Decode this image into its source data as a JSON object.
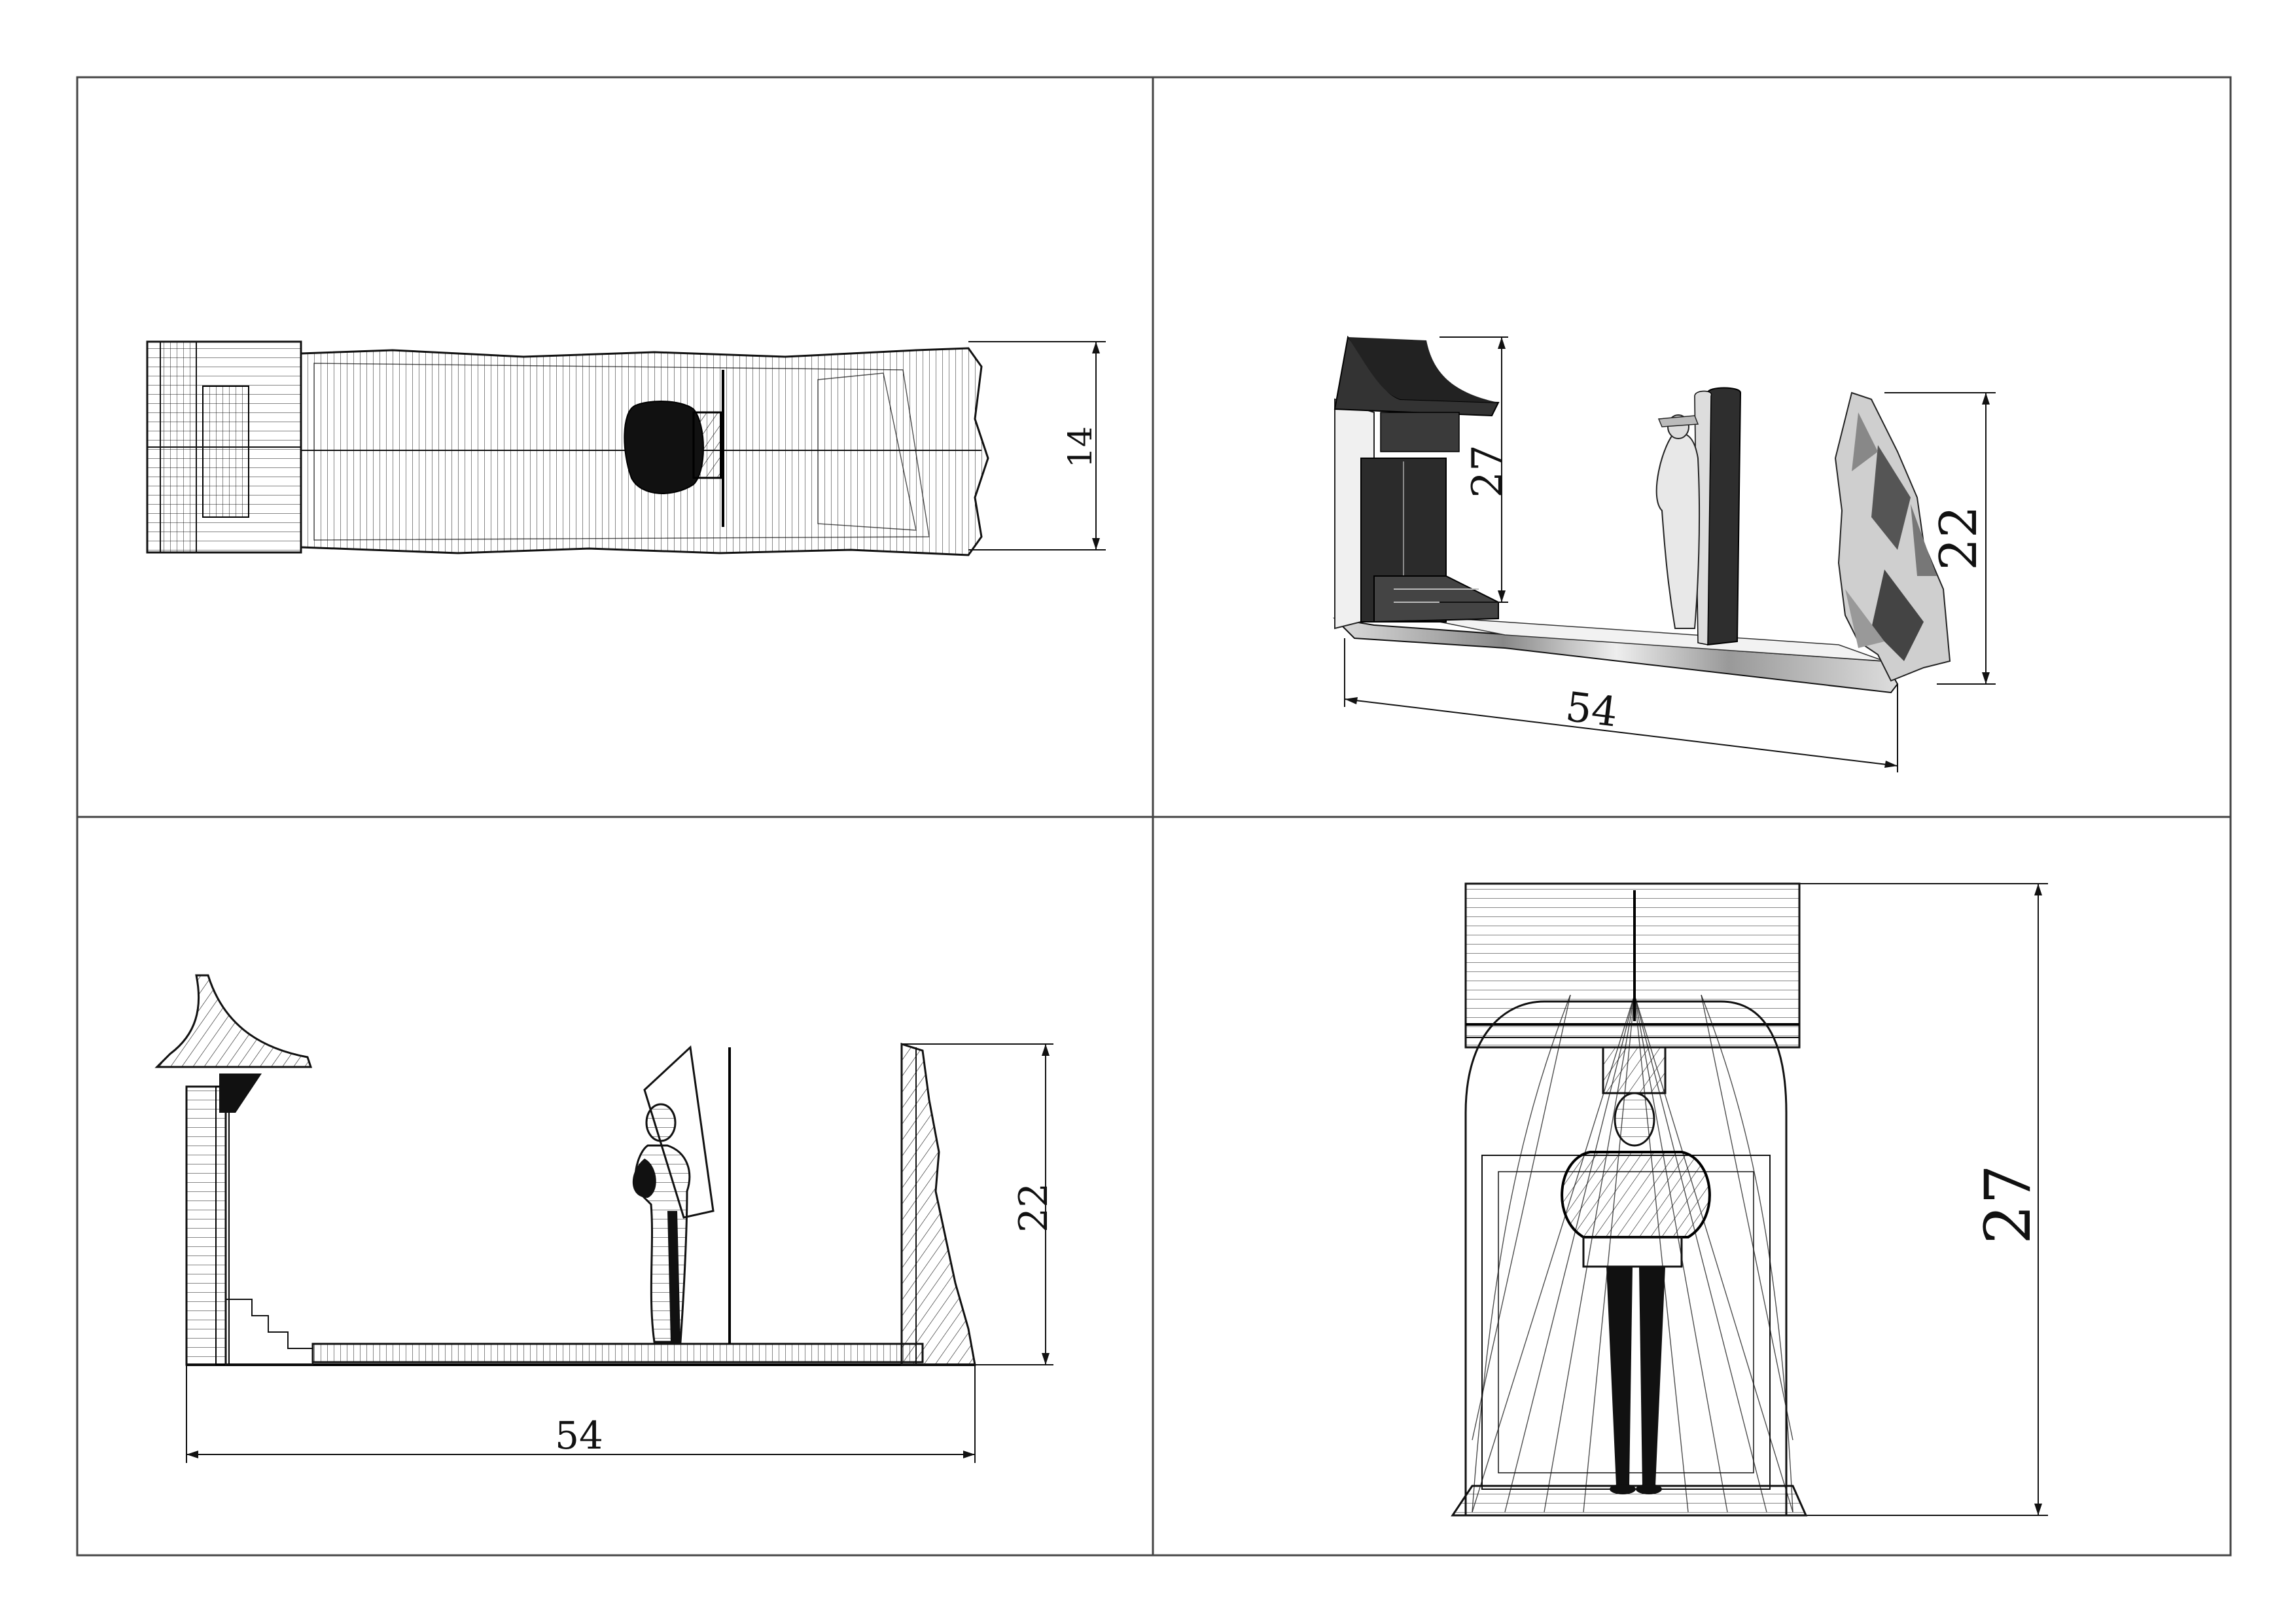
{
  "dimensions": {
    "top_view_depth": "14",
    "perspective_height": "27",
    "perspective_rock_height": "22",
    "perspective_length": "54",
    "side_rock_height": "22",
    "side_length": "54",
    "front_height": "27"
  },
  "colors": {
    "line": "#111111",
    "frame": "#444444",
    "dark_solid": "#2b2b2b",
    "light_solid": "#e6e6e6"
  }
}
